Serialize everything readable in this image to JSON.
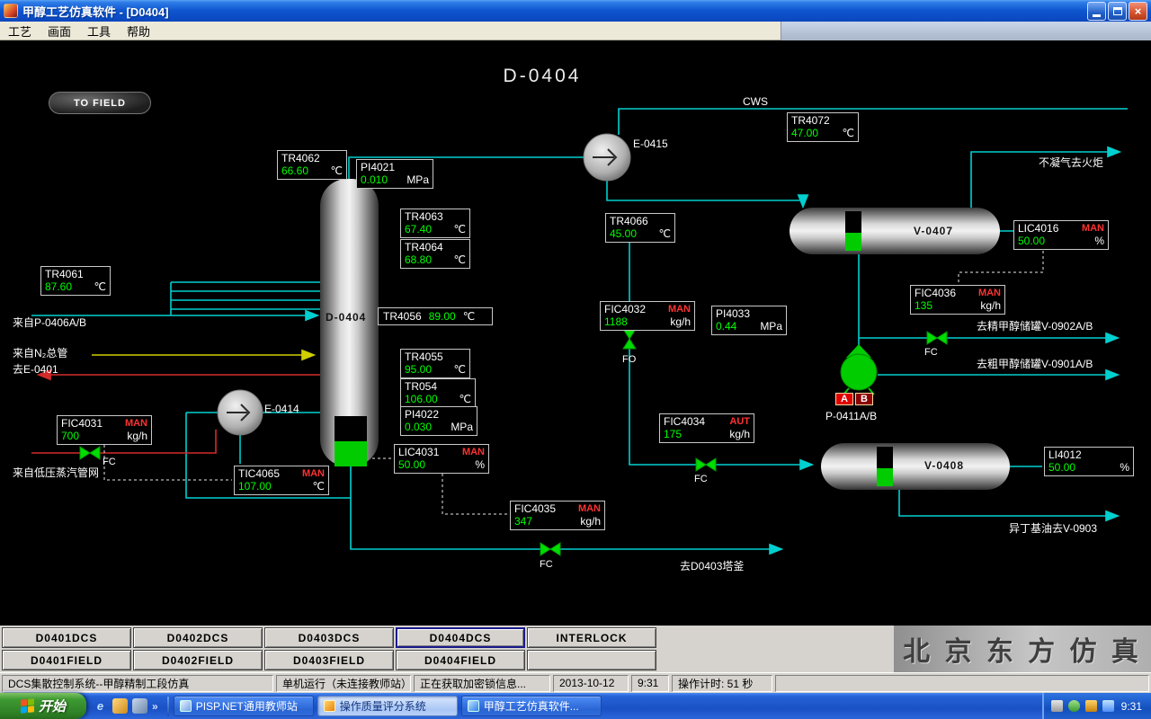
{
  "window": {
    "title": "甲醇工艺仿真软件 - [D0404]",
    "menu": [
      "工艺",
      "画面",
      "工具",
      "帮助"
    ]
  },
  "canvas": {
    "title": "D-0404",
    "to_field": "TO FIELD",
    "equipment": {
      "column": "D-0404",
      "e0415": "E-0415",
      "e0414": "E-0414",
      "v0407": "V-0407",
      "v0408": "V-0408",
      "pump": "P-0411A/B",
      "pump_a": "A",
      "pump_b": "B"
    },
    "labels": {
      "cws": "CWS",
      "flare": "不凝气去火炬",
      "from_p0406": "来自P-0406A/B",
      "from_n2": "来自N₂总管",
      "to_e0401": "去E-0401",
      "from_steam": "来自低压蒸汽管网",
      "to_v0902": "去精甲醇储罐V-0902A/B",
      "to_v0901": "去粗甲醇储罐V-0901A/B",
      "to_v0903": "异丁基油去V-0903",
      "to_d0403": "去D0403塔釜",
      "fc": "FC",
      "fo": "FO"
    },
    "instruments": [
      {
        "tag": "TR4062",
        "value": "66.60",
        "unit": "℃",
        "mode": ""
      },
      {
        "tag": "PI4021",
        "value": "0.010",
        "unit": "MPa",
        "mode": ""
      },
      {
        "tag": "TR4063",
        "value": "67.40",
        "unit": "℃",
        "mode": ""
      },
      {
        "tag": "TR4064",
        "value": "68.80",
        "unit": "℃",
        "mode": ""
      },
      {
        "tag": "TR4061",
        "value": "87.60",
        "unit": "℃",
        "mode": ""
      },
      {
        "tag": "TR4066",
        "value": "45.00",
        "unit": "℃",
        "mode": ""
      },
      {
        "tag": "TR4072",
        "value": "47.00",
        "unit": "℃",
        "mode": ""
      },
      {
        "tag": "TR4056",
        "value": "89.00",
        "unit": "℃",
        "mode": ""
      },
      {
        "tag": "TR4055",
        "value": "95.00",
        "unit": "℃",
        "mode": ""
      },
      {
        "tag": "TR054",
        "value": "106.00",
        "unit": "℃",
        "mode": ""
      },
      {
        "tag": "PI4022",
        "value": "0.030",
        "unit": "MPa",
        "mode": ""
      },
      {
        "tag": "LIC4031",
        "value": "50.00",
        "unit": "%",
        "mode": "MAN"
      },
      {
        "tag": "FIC4031",
        "value": "700",
        "unit": "kg/h",
        "mode": "MAN"
      },
      {
        "tag": "TIC4065",
        "value": "107.00",
        "unit": "℃",
        "mode": "MAN"
      },
      {
        "tag": "FIC4032",
        "value": "1188",
        "unit": "kg/h",
        "mode": "MAN"
      },
      {
        "tag": "PI4033",
        "value": "0.44",
        "unit": "MPa",
        "mode": ""
      },
      {
        "tag": "FIC4034",
        "value": "175",
        "unit": "kg/h",
        "mode": "AUT"
      },
      {
        "tag": "FIC4035",
        "value": "347",
        "unit": "kg/h",
        "mode": "MAN"
      },
      {
        "tag": "FIC4036",
        "value": "135",
        "unit": "kg/h",
        "mode": "MAN"
      },
      {
        "tag": "LIC4016",
        "value": "50.00",
        "unit": "%",
        "mode": "MAN"
      },
      {
        "tag": "LI4012",
        "value": "50.00",
        "unit": "%",
        "mode": ""
      }
    ]
  },
  "nav": {
    "row1": [
      "D0401DCS",
      "D0402DCS",
      "D0403DCS",
      "D0404DCS",
      "INTERLOCK"
    ],
    "row2": [
      "D0401FIELD",
      "D0402FIELD",
      "D0403FIELD",
      "D0404FIELD",
      ""
    ],
    "watermark": "北 京 东 方 仿 真"
  },
  "status": {
    "system": "DCS集散控制系统--甲醇精制工段仿真",
    "mode": "单机运行（未连接教师站）",
    "message": "正在获取加密锁信息...",
    "date": "2013-10-12",
    "time": "9:31",
    "timer": "操作计时: 51 秒"
  },
  "taskbar": {
    "start": "开始",
    "tasks": [
      "PISP.NET通用教师站",
      "操作质量评分系统",
      "甲醇工艺仿真软件..."
    ],
    "tray_time": "9:31"
  }
}
